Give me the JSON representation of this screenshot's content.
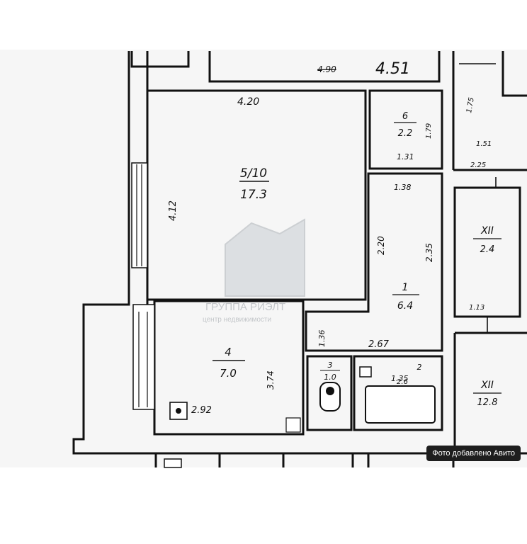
{
  "plan": {
    "dimensions": {
      "top_left": "4.90",
      "top_right": "4.51",
      "room_width": "4.20",
      "room_height": "4.12",
      "wc_width": "1.31",
      "hall_width_top": "1.38",
      "hall_side": "2.20",
      "hall_right_side": "2.35",
      "corridor_width": "2.67",
      "kitchen_side": "3.74",
      "kitchen_door": "1.36",
      "bath_side": "1.35",
      "stove_label": "2.92",
      "pantry_top": "1.79",
      "pantry_bottom": "1.13",
      "far_right_1": "1.75",
      "far_right_2": "1.51",
      "far_right_3": "2.25"
    },
    "rooms": {
      "living": {
        "number": "5/10",
        "area": "17.3"
      },
      "pantry": {
        "number": "6",
        "area": "2.2"
      },
      "hall": {
        "number": "1",
        "area": "6.4"
      },
      "kitchen": {
        "number": "4",
        "area": "7.0"
      },
      "wc": {
        "number": "3",
        "area": "1.0"
      },
      "bath": {
        "number": "2",
        "area": "2.6"
      },
      "stair_a": {
        "number": "XII",
        "area": "2.4"
      },
      "stair_b": {
        "number": "XII",
        "area": "12.8"
      }
    },
    "watermark": {
      "line1": "ГРУППА РИЭЛТ",
      "line2": "центр недвижимости"
    }
  },
  "badge": {
    "text": "Фото добавлено Авито"
  }
}
